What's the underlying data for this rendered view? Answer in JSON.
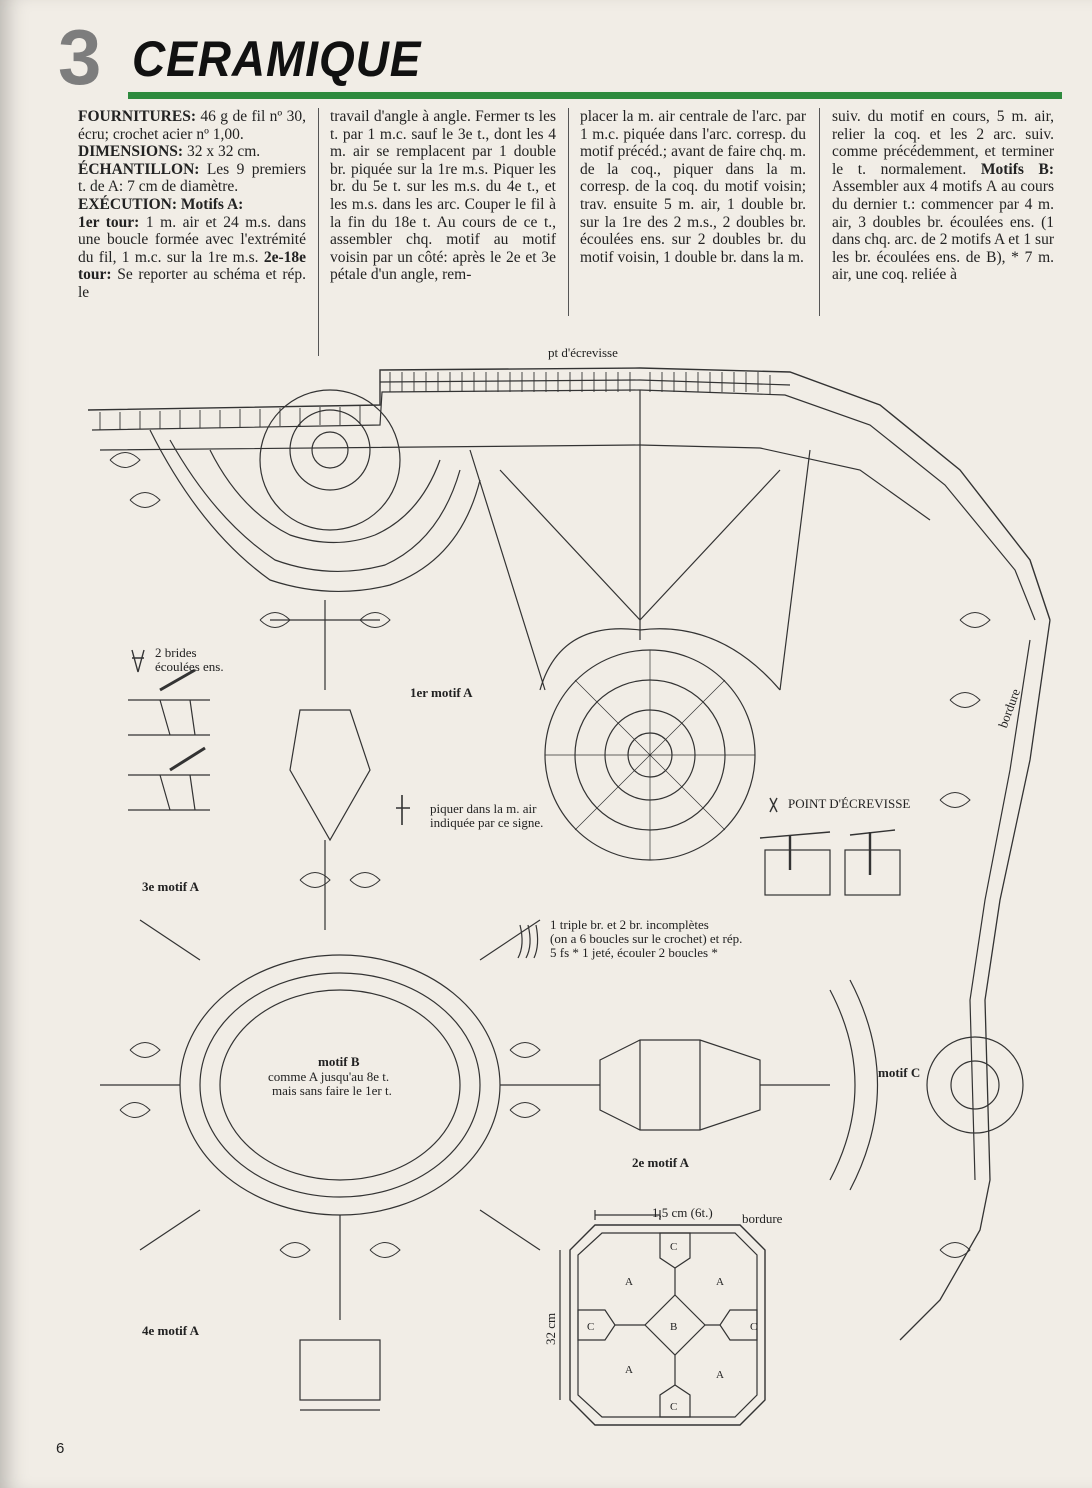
{
  "header": {
    "number": "3",
    "title": "CERAMIQUE"
  },
  "text": {
    "col1": {
      "fournitures_label": "FOURNITURES:",
      "fournitures": " 46 g de fil nº 30, écru; crochet acier nº 1,00.",
      "dimensions_label": "DIMENSIONS:",
      "dimensions": " 32 x 32 cm.",
      "echantillon_label": "ÉCHANTILLON:",
      "echantillon": " Les 9 premiers t. de A: 7 cm de diamètre.",
      "execution_label": "EXÉCUTION: Motifs A:",
      "tour1_label": "1er tour:",
      "tour1": " 1 m. air et 24 m.s. dans une boucle formée avec l'extrémité du fil, 1 m.c. sur la 1re m.s.",
      "tours_label": "2e-18e tour:",
      "tours": " Se reporter au schéma et rép. le"
    },
    "col2": "travail d'angle à angle. Fermer ts les t. par 1 m.c. sauf le 3e t., dont les 4 m. air se remplacent par 1 double br. piquée sur la 1re m.s. Piquer les br. du 5e t. sur les m.s. du 4e t., et les m.s. dans les arc. Couper le fil à la fin du 18e t. Au cours de ce t., assembler chq. motif au motif voisin par un côté: après le 2e et 3e pétale d'un angle, rem-",
    "col3": "placer la m. air centrale de l'arc. par 1 m.c. piquée dans l'arc. corresp. du motif précéd.; avant de faire chq. m. de la coq., piquer dans la m. corresp. de la coq. du motif voisin; trav. ensuite 5 m. air, 1 double br. sur la 1re des 2 m.s., 2 doubles br. écoulées ens. sur 2 doubles br. du motif voisin, 1 double br. dans la m.",
    "col4": {
      "intro": "suiv. du motif en cours, 5 m. air, relier la coq. et les 2 arc. suiv. comme précédemment, et terminer le t. normalement.",
      "motifsb_label": "Motifs B:",
      "motifsb": " Assembler aux 4 motifs A au cours du dernier t.: commencer par 4 m. air, 3 doubles br. écoulées ens. (1 dans chq. arc. de 2 motifs A et 1 sur les br. écoulées ens. de B), * 7 m. air, une coq. reliée à"
    }
  },
  "diagram": {
    "pt_ecrevisse": "pt d'écrevisse",
    "motif1": "1er motif A",
    "motif2": "2e motif A",
    "motif3": "3e motif A",
    "motif4": "4e motif A",
    "motifB": "motif B",
    "motifB_note1": "comme A jusqu'au 8e t.",
    "motifB_note2": "mais sans faire le 1er t.",
    "motifC": "motif C",
    "bordure": "bordure",
    "legend_brides1": "2 brides",
    "legend_brides2": "écoulées ens.",
    "legend_piquer1": "piquer dans la m. air",
    "legend_piquer2": "indiquée par ce signe.",
    "point_ecrevisse": "POINT D'ÉCREVISSE",
    "legend_triple1": "1 triple br. et 2 br. incomplètes",
    "legend_triple2": "(on a 6 boucles sur le crochet) et rép.",
    "legend_triple3": "5 fs * 1 jeté, écouler 2 boucles *",
    "scheme_width": "1,5 cm (6t.)",
    "scheme_bordure": "bordure",
    "scheme_height": "32 cm",
    "scheme_cells": [
      "C",
      "A",
      "A",
      "C",
      "B",
      "C",
      "A",
      "A",
      "C"
    ]
  },
  "footer": {
    "page": "6"
  }
}
